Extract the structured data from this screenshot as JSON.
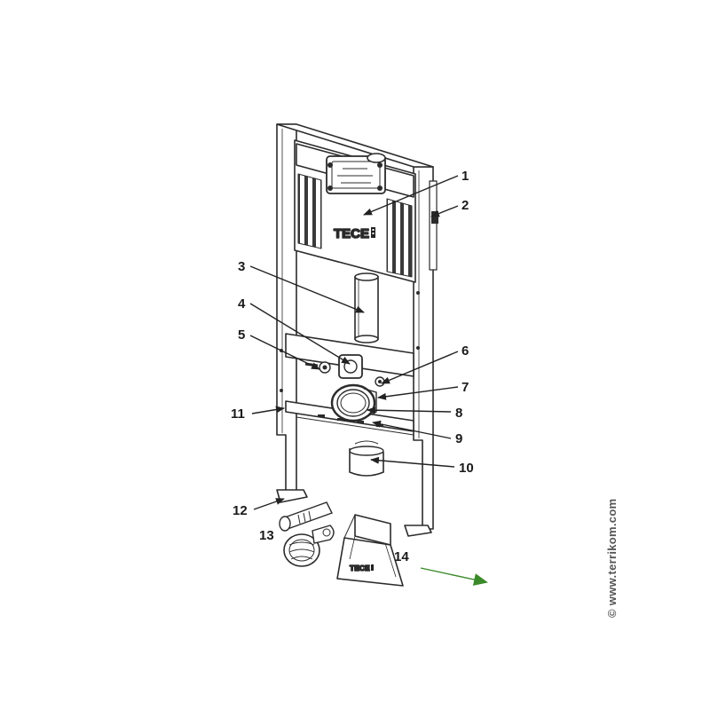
{
  "callouts": [
    "1",
    "2",
    "3",
    "4",
    "5",
    "6",
    "7",
    "8",
    "9",
    "10",
    "11",
    "12",
    "13",
    "14"
  ],
  "brand": {
    "panel_logo": "TECE",
    "bag_logo": "TECE"
  },
  "watermark": "© www.terrikom.com",
  "colors": {
    "line": "#2b2b2b",
    "pointer_arrow": "#3a8a2a",
    "watermark": "#555555"
  }
}
